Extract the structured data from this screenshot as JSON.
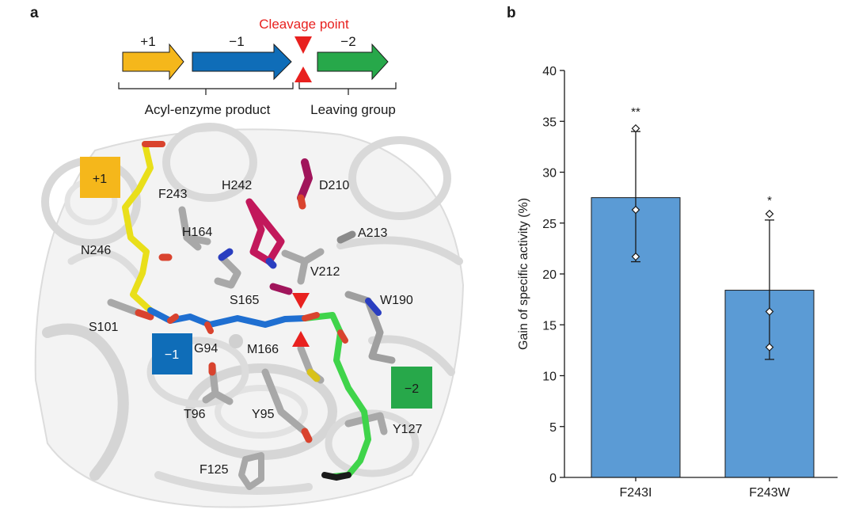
{
  "panel_a": {
    "letter": "a",
    "cleavage_label": "Cleavage point",
    "subsites": [
      "+1",
      "−1",
      "−2"
    ],
    "acyl_label": "Acyl-enzyme product",
    "leaving_label": "Leaving group",
    "box_labels": [
      "+1",
      "−1",
      "−2"
    ],
    "residues": [
      "F243",
      "H242",
      "D210",
      "H164",
      "A213",
      "N246",
      "V212",
      "S165",
      "W190",
      "S101",
      "G94",
      "M166",
      "T96",
      "Y95",
      "Y127",
      "F125"
    ],
    "colors": {
      "plus1": "#f5b71b",
      "minus1": "#0f6db8",
      "minus2": "#27a84a",
      "cleavage": "#e8211f",
      "catalytic": "#c2185b"
    }
  },
  "panel_b": {
    "letter": "b",
    "chart_data": {
      "type": "bar",
      "categories": [
        "F243I",
        "F243W"
      ],
      "values": [
        27.5,
        18.4
      ],
      "error_low": [
        21.2,
        11.6
      ],
      "error_high": [
        34.0,
        25.3
      ],
      "points": [
        [
          34.3,
          26.3,
          21.7
        ],
        [
          25.9,
          16.3,
          12.8
        ]
      ],
      "significance": [
        "**",
        "*"
      ],
      "ylabel": "Gain of specific activity (%)",
      "ylim": [
        0,
        40
      ],
      "yticks": [
        0,
        5,
        10,
        15,
        20,
        25,
        30,
        35,
        40
      ],
      "bar_color": "#5b9bd5",
      "grid": false
    }
  }
}
